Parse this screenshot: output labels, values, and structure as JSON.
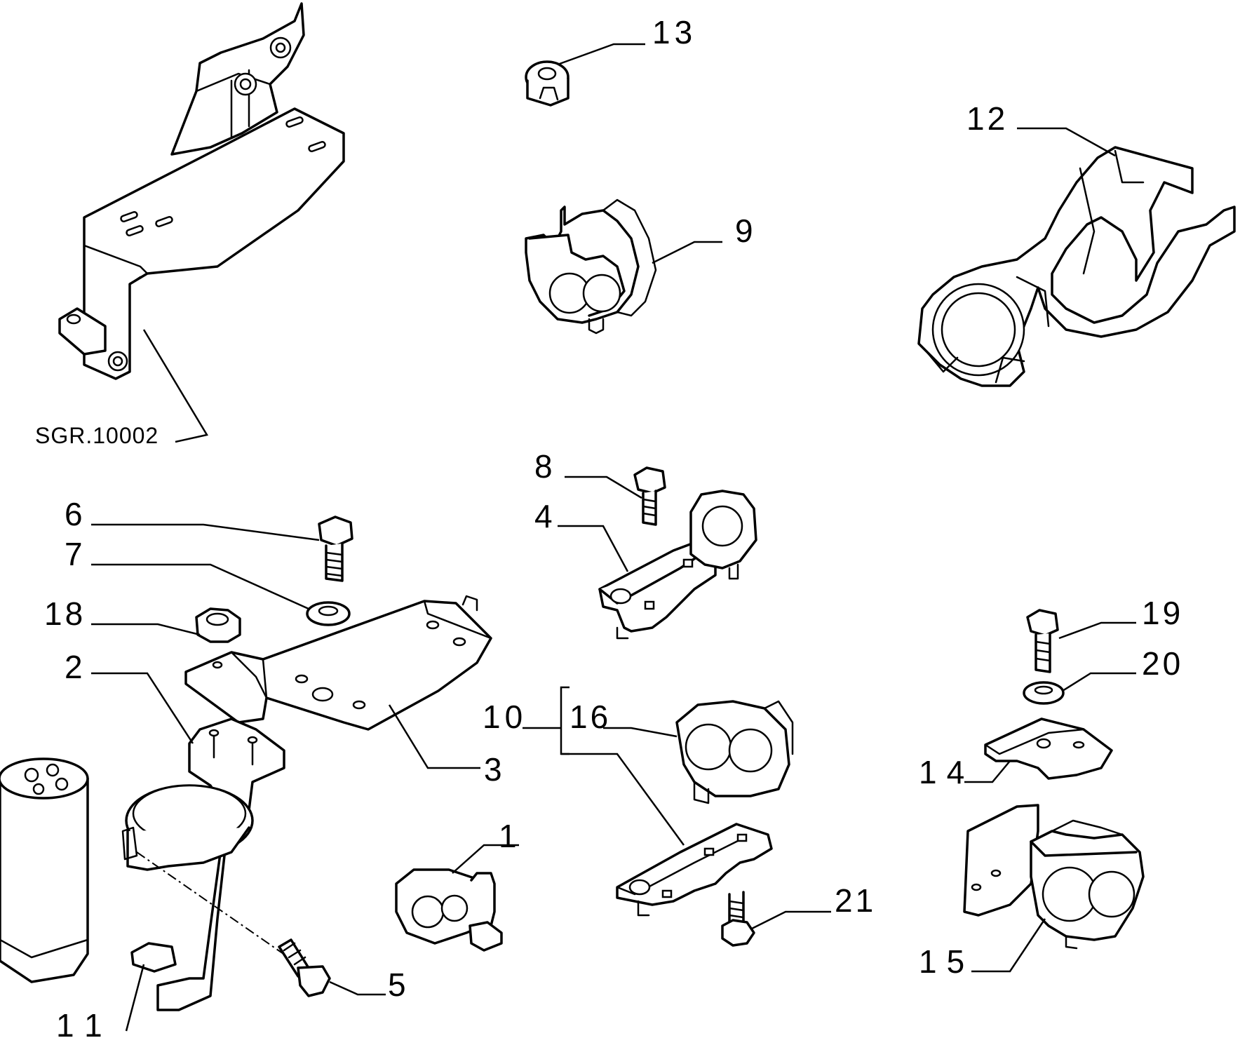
{
  "diagram": {
    "reference_code": "SGR.10002",
    "callouts": [
      {
        "id": "1",
        "label": "1"
      },
      {
        "id": "2",
        "label": "2"
      },
      {
        "id": "3",
        "label": "3"
      },
      {
        "id": "4",
        "label": "4"
      },
      {
        "id": "5",
        "label": "5"
      },
      {
        "id": "6",
        "label": "6"
      },
      {
        "id": "7",
        "label": "7"
      },
      {
        "id": "8",
        "label": "8"
      },
      {
        "id": "9",
        "label": "9"
      },
      {
        "id": "10",
        "label": "10"
      },
      {
        "id": "11",
        "label": "11"
      },
      {
        "id": "12",
        "label": "12"
      },
      {
        "id": "13",
        "label": "13"
      },
      {
        "id": "14",
        "label": "14"
      },
      {
        "id": "15",
        "label": "15"
      },
      {
        "id": "16",
        "label": "16"
      },
      {
        "id": "18",
        "label": "18"
      },
      {
        "id": "19",
        "label": "19"
      },
      {
        "id": "20",
        "label": "20"
      },
      {
        "id": "21",
        "label": "21"
      }
    ]
  }
}
